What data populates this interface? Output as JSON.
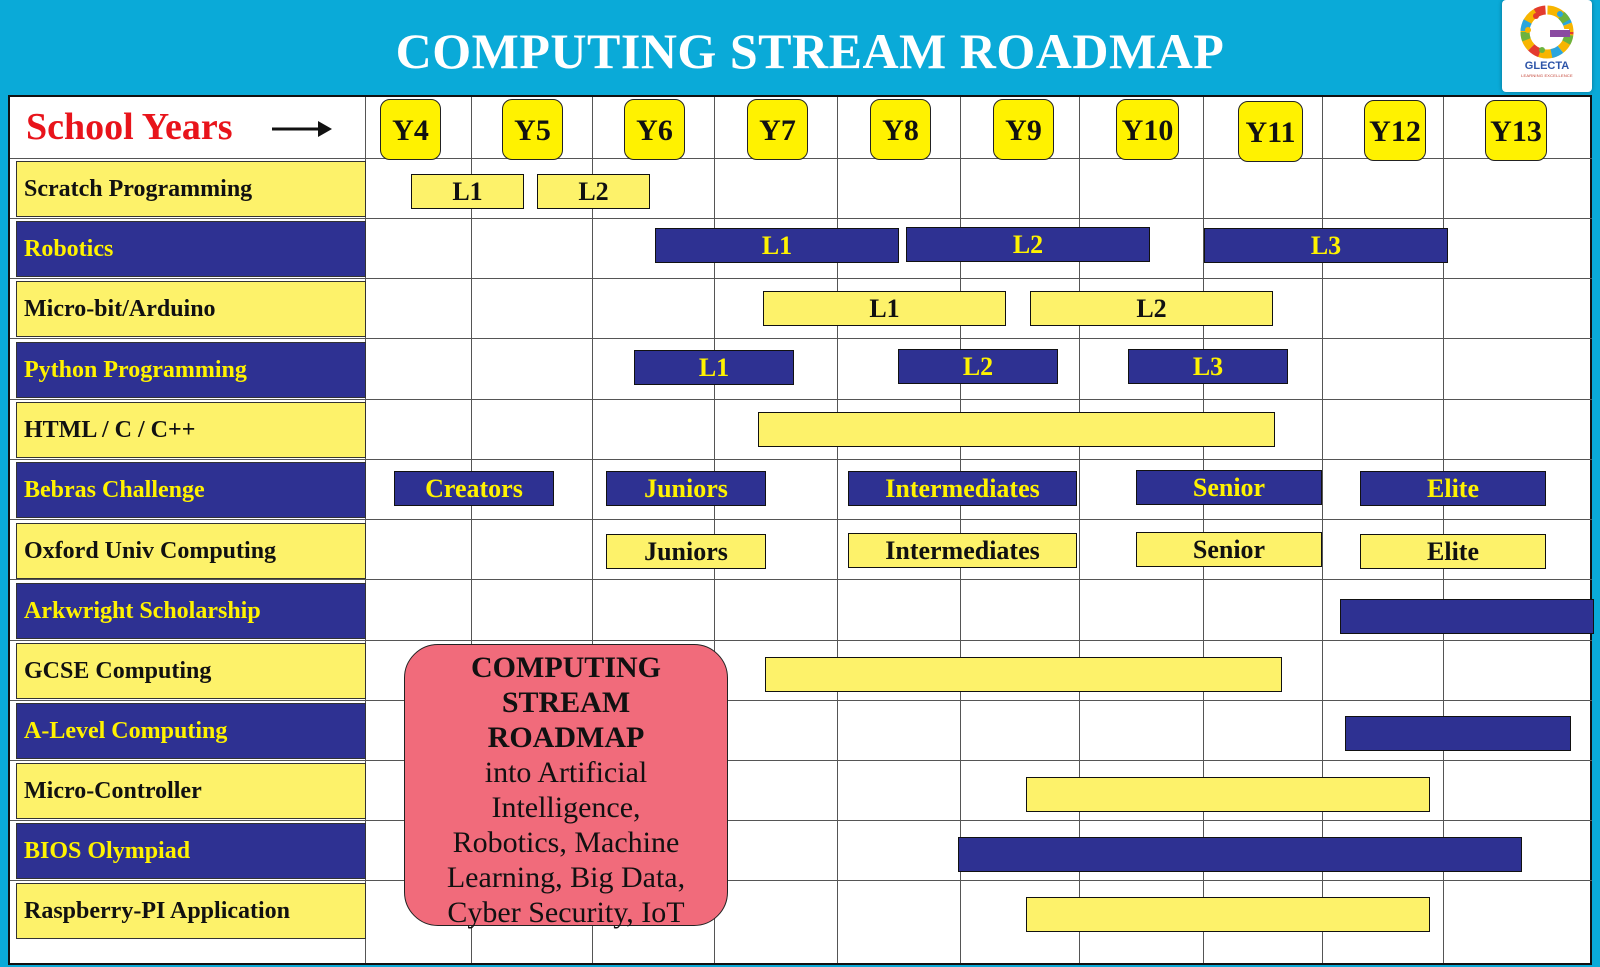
{
  "title": "COMPUTING STREAM ROADMAP",
  "logo": {
    "letter": "G",
    "word": "GLECTA",
    "tagline": "LEARNING EXCELLENCE"
  },
  "school_years_label": "School Years",
  "years": [
    "Y4",
    "Y5",
    "Y6",
    "Y7",
    "Y8",
    "Y9",
    "Y10",
    "Y11",
    "Y12",
    "Y13"
  ],
  "rows": [
    {
      "label": "Scratch Programming",
      "style": "y",
      "bars": [
        {
          "text": "L1",
          "style": "y"
        },
        {
          "text": "L2",
          "style": "y"
        }
      ]
    },
    {
      "label": "Robotics",
      "style": "b",
      "bars": [
        {
          "text": "L1",
          "style": "b"
        },
        {
          "text": "L2",
          "style": "b"
        },
        {
          "text": "L3",
          "style": "b"
        }
      ]
    },
    {
      "label": "Micro-bit/Arduino",
      "style": "y",
      "bars": [
        {
          "text": "L1",
          "style": "y"
        },
        {
          "text": "L2",
          "style": "y"
        }
      ]
    },
    {
      "label": "Python Programming",
      "style": "b",
      "bars": [
        {
          "text": "L1",
          "style": "b"
        },
        {
          "text": "L2",
          "style": "b"
        },
        {
          "text": "L3",
          "style": "b"
        }
      ]
    },
    {
      "label": "HTML / C / C++",
      "style": "y",
      "bars": [
        {
          "text": "",
          "style": "y"
        }
      ]
    },
    {
      "label": "Bebras Challenge",
      "style": "b",
      "bars": [
        {
          "text": "Creators",
          "style": "b"
        },
        {
          "text": "Juniors",
          "style": "b"
        },
        {
          "text": "Intermediates",
          "style": "b"
        },
        {
          "text": "Senior",
          "style": "b"
        },
        {
          "text": "Elite",
          "style": "b"
        }
      ]
    },
    {
      "label": "Oxford Univ Computing",
      "style": "y",
      "bars": [
        {
          "text": "Juniors",
          "style": "y"
        },
        {
          "text": "Intermediates",
          "style": "y"
        },
        {
          "text": "Senior",
          "style": "y"
        },
        {
          "text": "Elite",
          "style": "y"
        }
      ]
    },
    {
      "label": "Arkwright Scholarship",
      "style": "b",
      "bars": [
        {
          "text": "",
          "style": "b"
        }
      ]
    },
    {
      "label": "GCSE Computing",
      "style": "y",
      "bars": [
        {
          "text": "",
          "style": "y"
        }
      ]
    },
    {
      "label": "A-Level Computing",
      "style": "b",
      "bars": [
        {
          "text": "",
          "style": "b"
        }
      ]
    },
    {
      "label": "Micro-Controller",
      "style": "y",
      "bars": [
        {
          "text": "",
          "style": "y"
        }
      ]
    },
    {
      "label": "BIOS Olympiad",
      "style": "b",
      "bars": [
        {
          "text": "",
          "style": "b"
        }
      ]
    },
    {
      "label": "Raspberry-PI Application",
      "style": "y",
      "bars": [
        {
          "text": "",
          "style": "y"
        }
      ]
    }
  ],
  "note": {
    "heading": [
      "COMPUTING",
      "STREAM",
      "ROADMAP"
    ],
    "body": [
      "into Artificial",
      "Intelligence,",
      "Robotics, Machine",
      "Learning, Big Data,",
      "Cyber Security, IoT"
    ]
  },
  "colors": {
    "background": "#0aaad8",
    "navy": "#2e3192",
    "yellow": "#fdf26a",
    "year_yellow": "#fff200",
    "red": "#e8141b",
    "note_pink": "#f16b7b"
  }
}
